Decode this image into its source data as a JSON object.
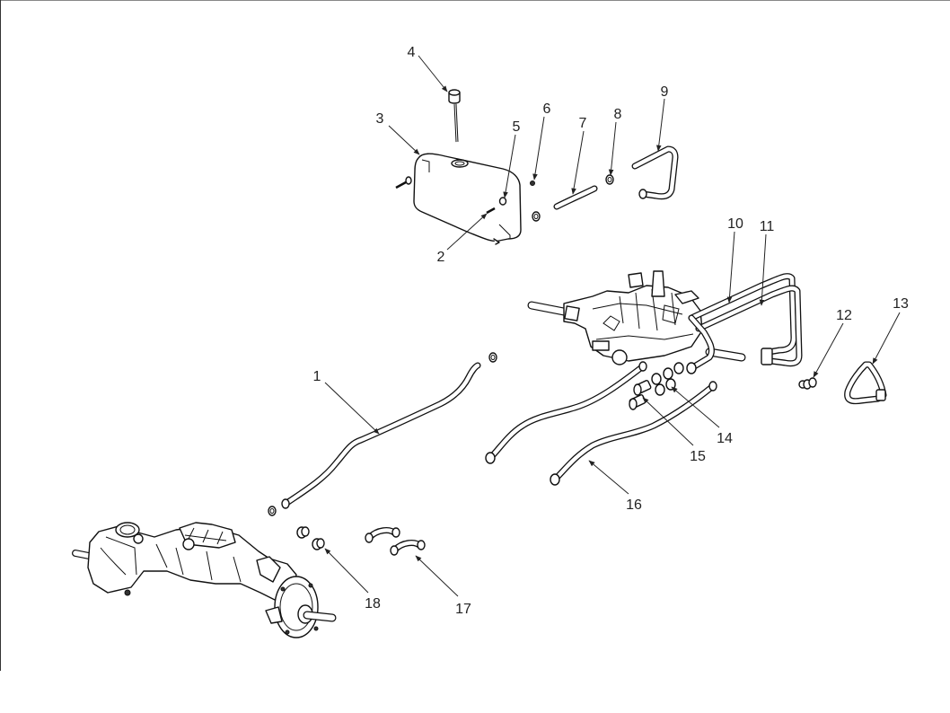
{
  "callouts": [
    {
      "n": "1"
    },
    {
      "n": "2"
    },
    {
      "n": "3"
    },
    {
      "n": "4"
    },
    {
      "n": "5"
    },
    {
      "n": "6"
    },
    {
      "n": "7"
    },
    {
      "n": "8"
    },
    {
      "n": "9"
    },
    {
      "n": "10"
    },
    {
      "n": "11"
    },
    {
      "n": "12"
    },
    {
      "n": "13"
    },
    {
      "n": "14"
    },
    {
      "n": "15"
    },
    {
      "n": "16"
    },
    {
      "n": "17"
    },
    {
      "n": "18"
    }
  ]
}
